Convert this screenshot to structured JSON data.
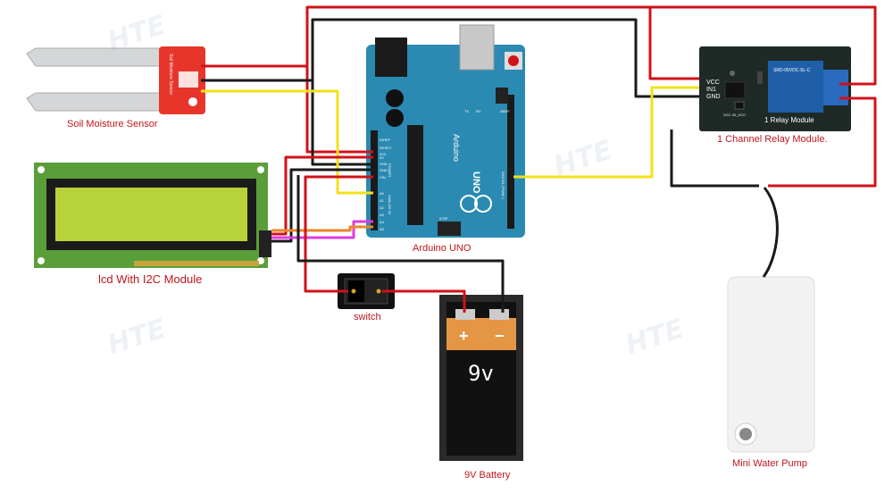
{
  "components": {
    "soil_sensor": {
      "label": "Soil Moisture Sensor",
      "board_text": "Soil Moisture Sensor"
    },
    "lcd": {
      "label": "lcd With I2C Module"
    },
    "arduino": {
      "label": "Arduino UNO",
      "brand": "Arduino",
      "logo_text": "UNO",
      "header_left": [
        "IOREF",
        "RESET",
        "3V3",
        "5V",
        "GND",
        "GND",
        "VIN",
        "A0",
        "A1",
        "A2",
        "A3",
        "A4",
        "A5"
      ],
      "power_label": "POWER",
      "analog_label": "ANALOG IN",
      "digital_label": "DIGITAL (PWM~)",
      "icsp_label": "ICSP",
      "tx_label": "TX",
      "rx_label": "RX",
      "aref_label": "AREF"
    },
    "relay": {
      "label": "1 Channel Relay Module.",
      "pins": [
        "VCC",
        "IN1",
        "GND"
      ],
      "board_text": "1 Relay Module",
      "relay_text": "SRD-05VDC-SL-C",
      "jumper_text": "VCC  JD_VCC"
    },
    "switch": {
      "label": "switch"
    },
    "battery": {
      "label": "9V Battery",
      "plus": "+",
      "minus": "−",
      "voltage": "9v"
    },
    "pump": {
      "label": "Mini Water Pump"
    }
  },
  "watermark": "HTE",
  "colors": {
    "wire_red": "#d0121a",
    "wire_black": "#1a1a1a",
    "wire_yellow": "#f2e21a",
    "wire_magenta": "#e03ae0",
    "wire_orange": "#e8862a",
    "arduino_blue": "#2a8ab2",
    "lcd_pcb": "#5a9e3a",
    "lcd_screen": "#b8d23a",
    "relay_pcb": "#1f2a26",
    "relay_blue": "#1f5fa8",
    "sensor_red": "#e8352b",
    "battery_orange": "#e49645",
    "label_red": "#c0151b"
  }
}
